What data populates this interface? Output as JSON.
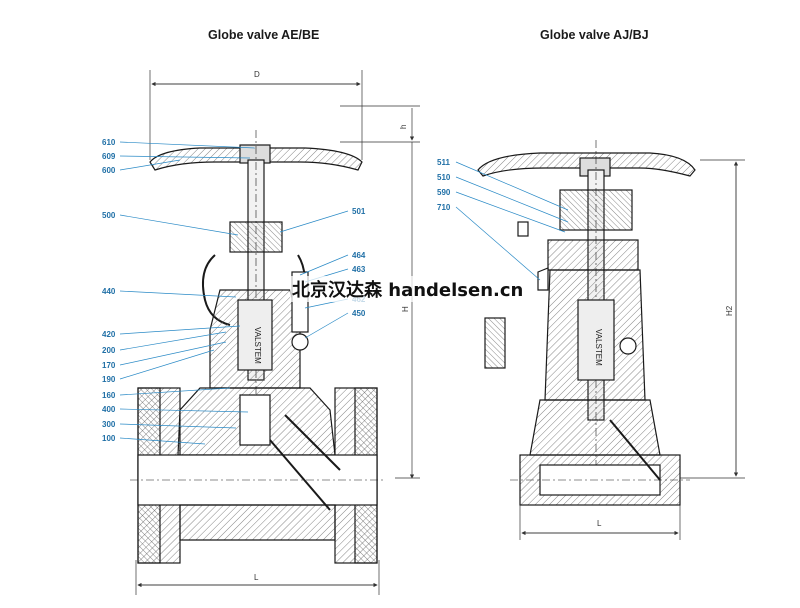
{
  "titles": {
    "left": "Globe valve AE/BE",
    "right": "Globe valve AJ/BJ"
  },
  "callouts_left": [
    "610",
    "609",
    "600",
    "500",
    "501",
    "464",
    "463",
    "440",
    "462",
    "450",
    "420",
    "200",
    "170",
    "190",
    "160",
    "400",
    "300",
    "100"
  ],
  "callouts_right": [
    "511",
    "510",
    "590",
    "710"
  ],
  "dimensions": {
    "D": "D",
    "h": "h",
    "H": "H",
    "H2": "H2",
    "L_left": "L",
    "L_right": "L"
  },
  "colors": {
    "leader": "#2a8ac6",
    "outline": "#1a1a1a",
    "hatch": "#555555"
  },
  "watermark": "北京汉达森 handelsen.cn"
}
